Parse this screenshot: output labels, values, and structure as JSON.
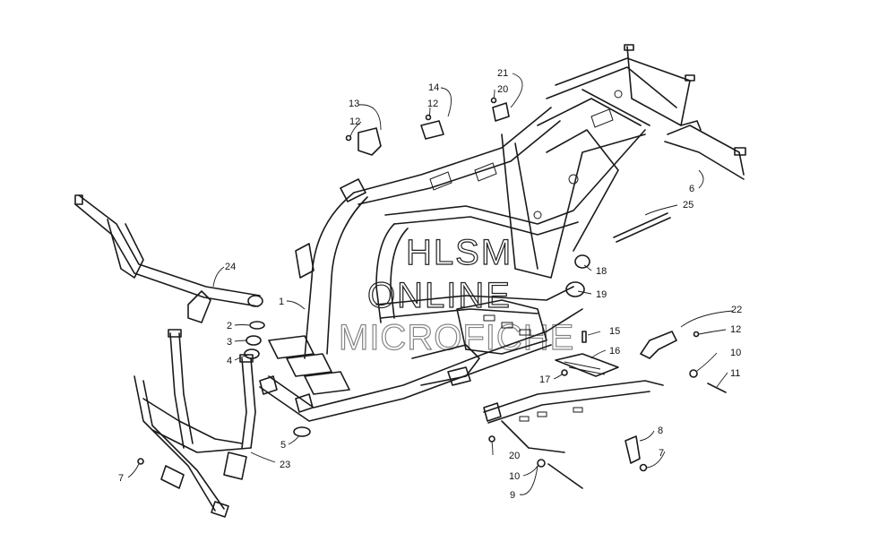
{
  "callouts": {
    "c1": "1",
    "c2": "2",
    "c3": "3",
    "c4": "4",
    "c5": "5",
    "c6": "6",
    "c7a": "7",
    "c7b": "7",
    "c8": "8",
    "c9": "9",
    "c10a": "10",
    "c10b": "10",
    "c11": "11",
    "c12a": "12",
    "c12b": "12",
    "c12c": "12",
    "c13": "13",
    "c14": "14",
    "c15": "15",
    "c16": "16",
    "c17": "17",
    "c18": "18",
    "c19": "19",
    "c20a": "20",
    "c20b": "20",
    "c21": "21",
    "c22": "22",
    "c23": "23",
    "c24": "24",
    "c25": "25"
  },
  "watermark": {
    "line1": "HLSM",
    "line2": "ONLINE",
    "line3": "MICROFICHE"
  }
}
